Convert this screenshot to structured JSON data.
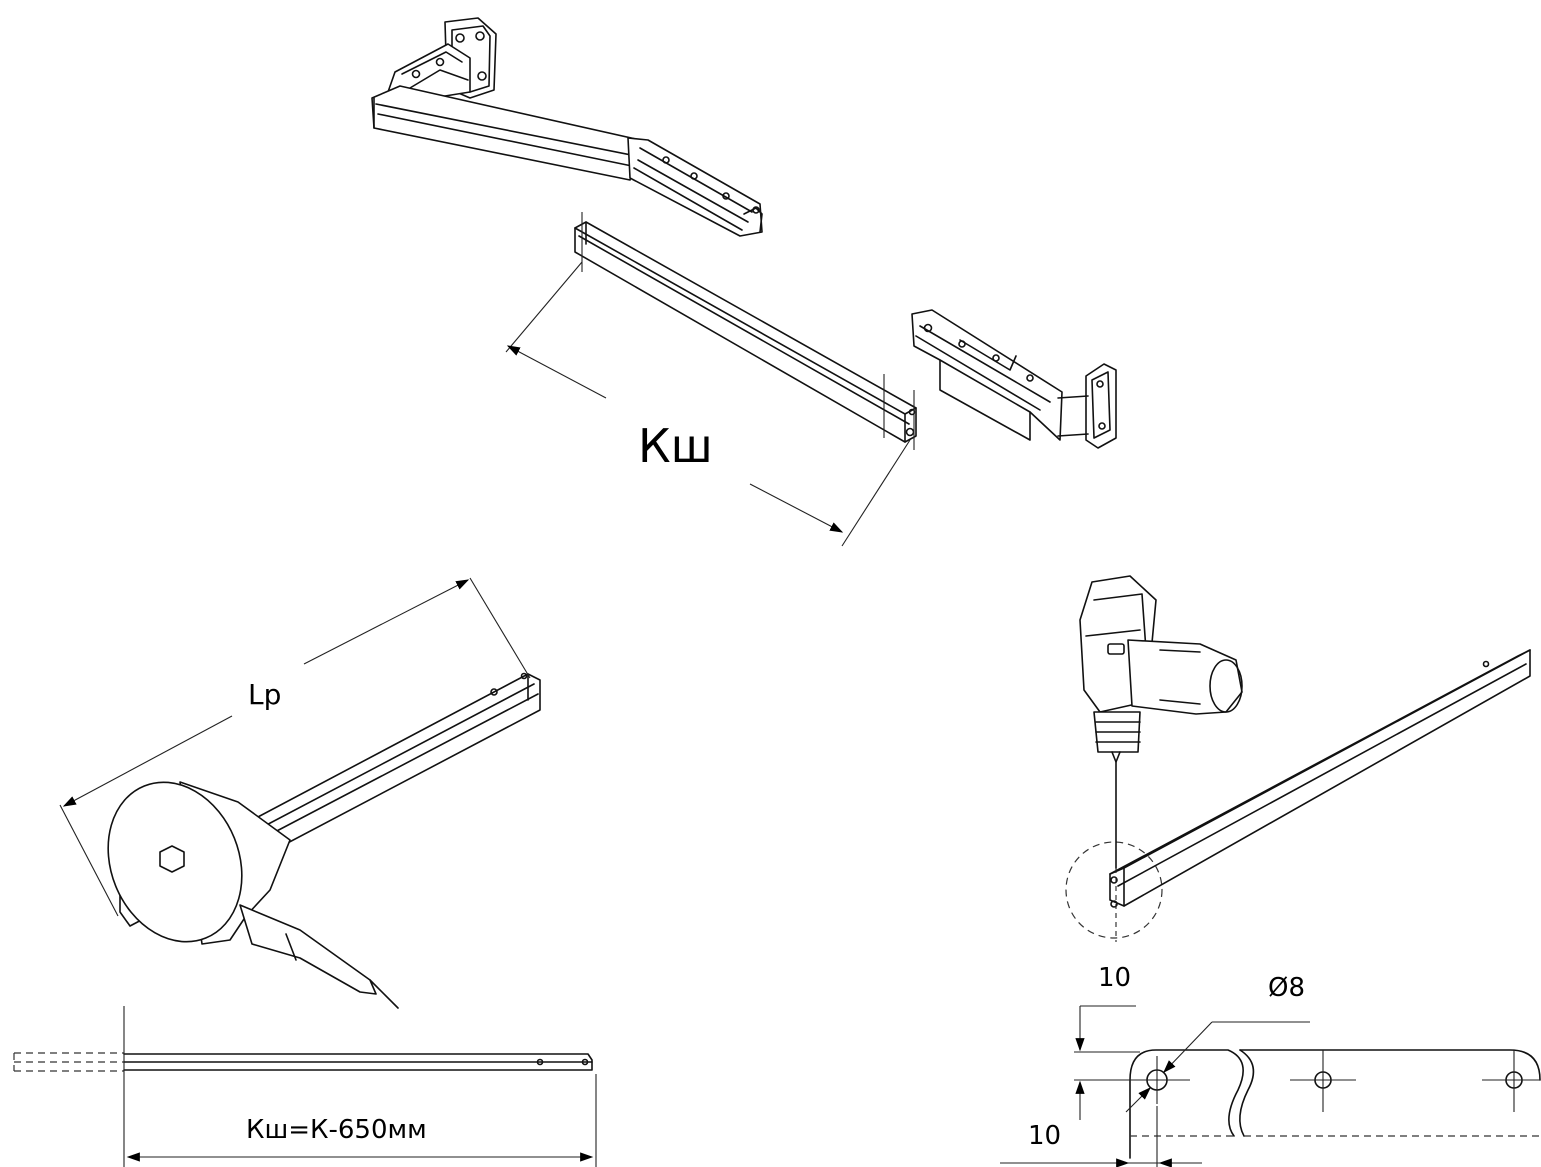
{
  "labels": {
    "rail_length": "Кш",
    "arm_length": "Lp",
    "rail_formula": "Кш=К-650мм",
    "hole_offset_top": "10",
    "hole_diameter": "Ø8",
    "hole_offset_side": "10"
  }
}
